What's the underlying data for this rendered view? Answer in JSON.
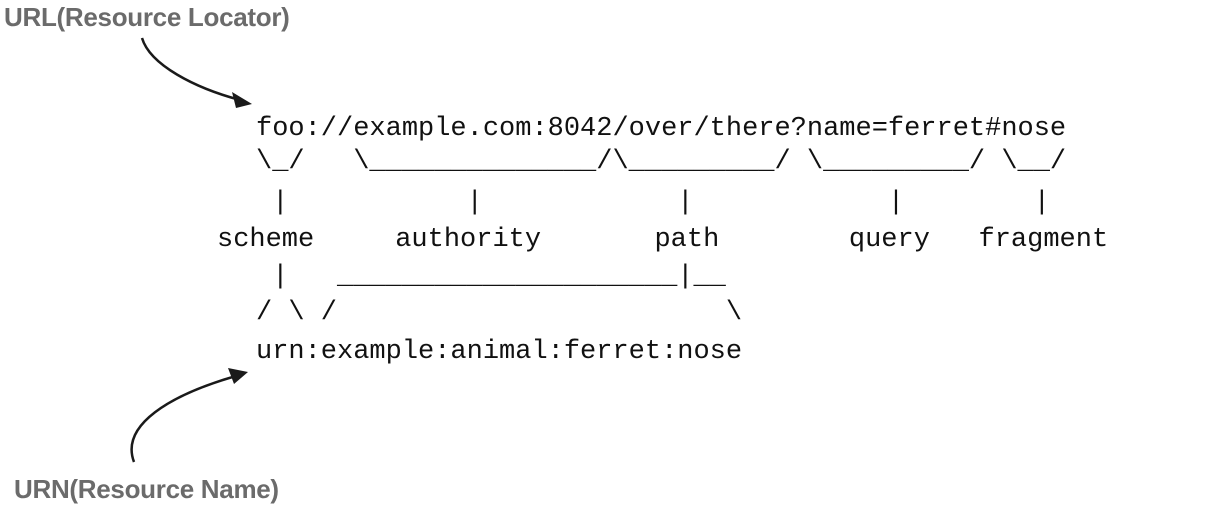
{
  "captions": {
    "url": "URL(Resource Locator)",
    "urn": "URN(Resource Name)"
  },
  "diagram": {
    "lines": [
      "foo://example.com:8042/over/there?name=ferret#nose",
      "\\_/   \\______________/\\_________/ \\_________/ \\__/",
      " |           |            |            |        |",
      "scheme     authority       path        query   fragment",
      " |   _____________________|__",
      "/ \\ /                        \\",
      "urn:example:animal:ferret:nose"
    ]
  },
  "colors": {
    "caption": "#6b6b6b",
    "text": "#111111",
    "arrow": "#1a1a1a"
  }
}
